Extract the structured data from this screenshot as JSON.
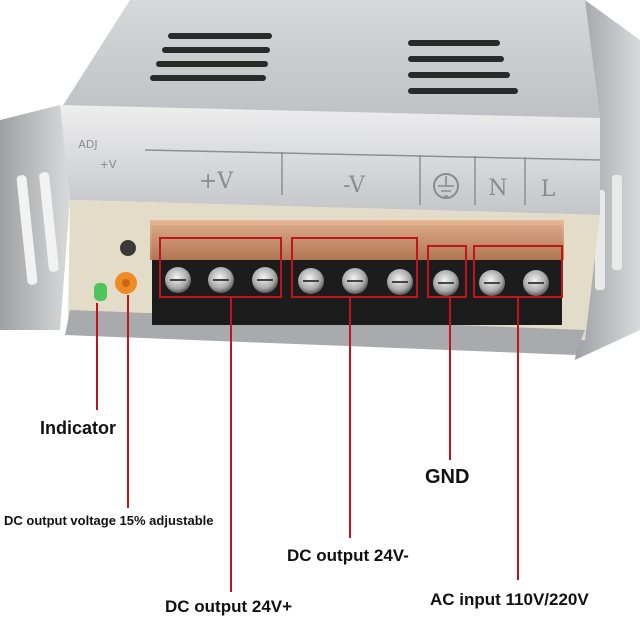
{
  "panel": {
    "terminal_marks": [
      "+V",
      "-V",
      "N",
      "L"
    ],
    "side_marks": [
      "ADJ",
      "+V"
    ],
    "callouts": {
      "indicator": "Indicator",
      "adjustable": "DC output voltage 15% adjustable",
      "gnd": "GND",
      "dc_negative": "DC output 24V-",
      "dc_positive": "DC output 24V+",
      "ac_input": "AC input 110V/220V"
    }
  },
  "colors": {
    "housing": "#c9cacc",
    "terminal_block": "#1c1c1c",
    "terminal_cover": "#d9a07a",
    "callout_red": "#c0161b",
    "led_green": "#4fc45a",
    "potentiometer_orange": "#f08a24"
  }
}
